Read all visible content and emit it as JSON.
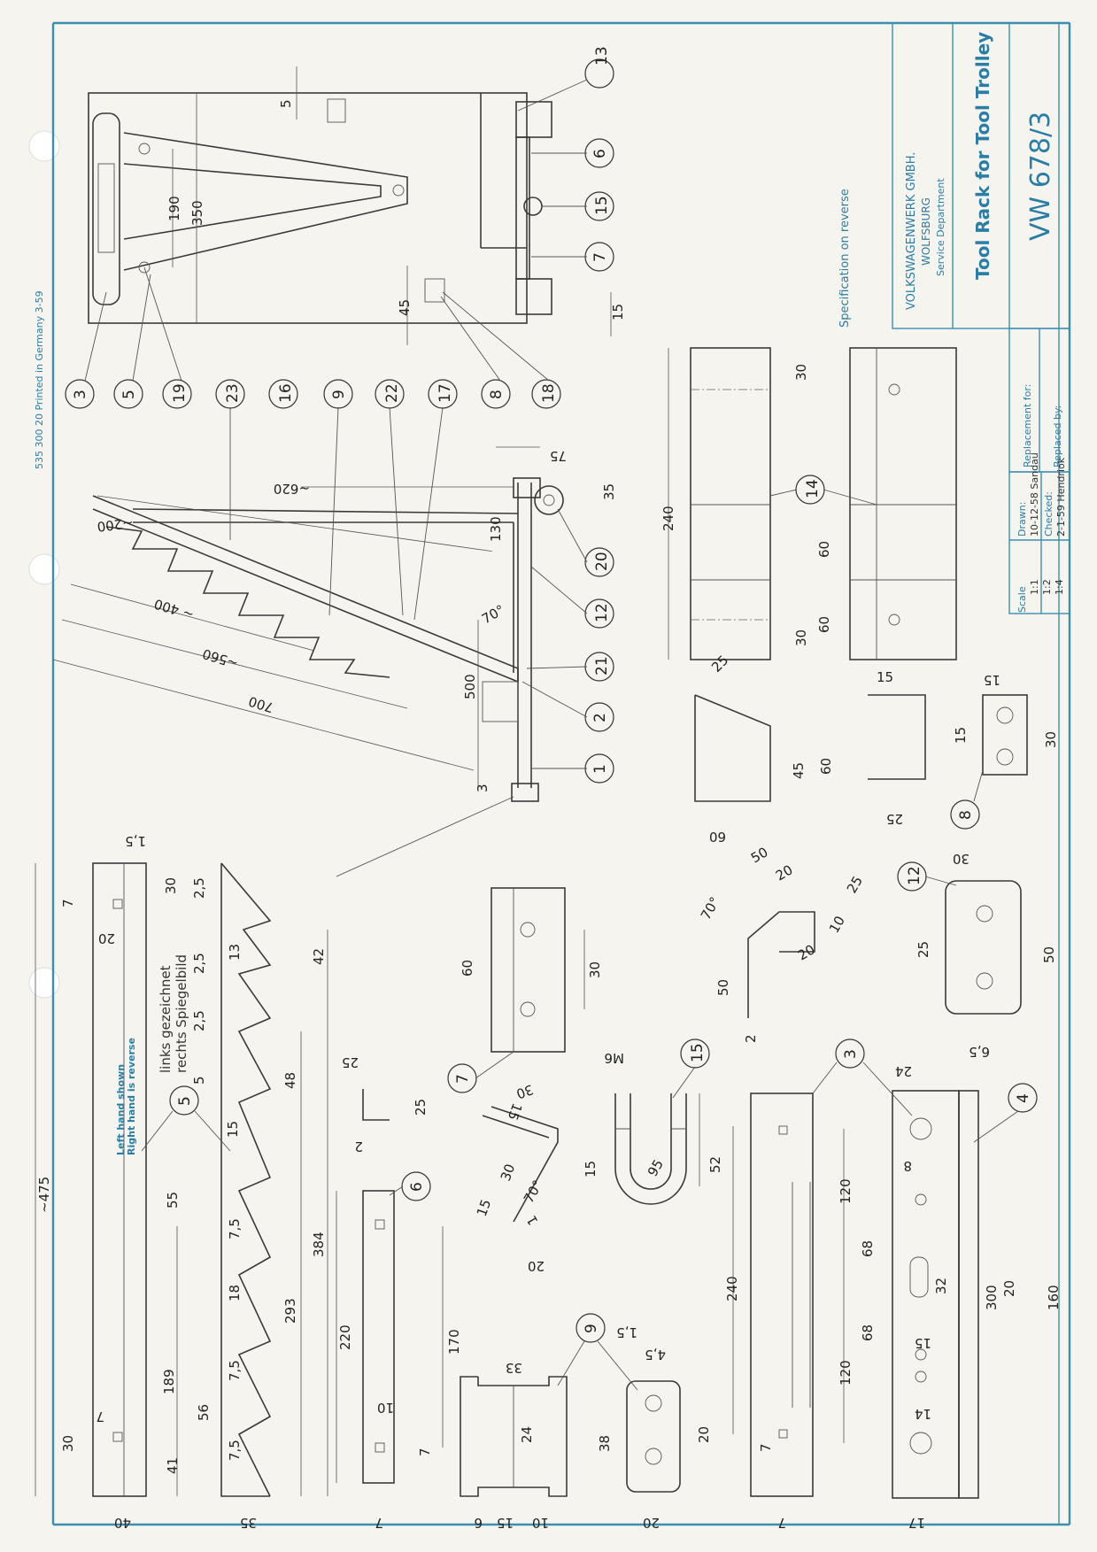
{
  "title_block": {
    "company": "VOLKSWAGENWERK GMBH.",
    "city": "WOLFSBURG",
    "department": "Service Department",
    "drawing_title": "Tool Rack for Tool Trolley",
    "drawing_number": "VW 678/3",
    "spec_note": "Specification on reverse",
    "replacement_for": "Replacement for:",
    "replaced_by": "Replaced by:",
    "scale_label": "Scale",
    "scales": [
      "1:1",
      "1:2",
      "1:4"
    ],
    "drawn_label": "Drawn:",
    "drawn_value": "10-12-58 Sandau",
    "checked_label": "Checked:",
    "checked_value": "2-1-59 Hendriok"
  },
  "print_note": "535 300 20   Printed in Germany   3-59",
  "notes": {
    "left_hand": "Left hand shown",
    "right_hand": "Right hand is reverse",
    "links": "links gezeichnet",
    "rechts": "rechts Spiegelbild"
  },
  "balloons": [
    "13",
    "6",
    "15",
    "7",
    "3",
    "5",
    "19",
    "23",
    "16",
    "9",
    "22",
    "17",
    "8",
    "18",
    "20",
    "12",
    "21",
    "2",
    "1",
    "14",
    "8",
    "12",
    "15",
    "7",
    "5",
    "6",
    "9",
    "3",
    "4"
  ],
  "dims": {
    "d5": "5",
    "d190": "190",
    "d350": "350",
    "d45a": "45",
    "d15a": "15",
    "d75": "75",
    "d620": "~620",
    "d200": "~200",
    "d130": "130",
    "d35": "35",
    "d70a": "70°",
    "d400": "~ 400",
    "d560": "~560",
    "d700": "700",
    "d500": "500",
    "d3": "3",
    "d240a": "240",
    "d30a": "30",
    "d30b": "30",
    "d60a": "60",
    "d60b": "60",
    "d25a": "25",
    "d60c": "60",
    "d45b": "45",
    "d60d": "60",
    "d15b": "15",
    "d25b": "25",
    "d15c": "15",
    "d15d": "15",
    "d30c": "30",
    "d50a": "50",
    "d20a": "20",
    "d25c": "25",
    "d10a": "10",
    "d20b": "20",
    "d70b": "70°",
    "d50b": "50",
    "d2a": "2",
    "d30d": "30",
    "d25d": "25",
    "d50c": "50",
    "d65": "6,5",
    "d15e": "1,5",
    "d30e": "30",
    "d7a": "7",
    "d20c": "20",
    "d475": "~475",
    "d30f": "30",
    "d40": "40",
    "d7b": "7",
    "d25e": "2,5",
    "d25f": "2,5",
    "d13": "13",
    "d25g": "2,5",
    "d42": "42",
    "d5b": "5",
    "d48": "48",
    "d15f": "15",
    "d55": "55",
    "d75b": "7,5",
    "d18": "18",
    "d293": "293",
    "d384": "384",
    "d75c": "7,5",
    "d189": "189",
    "d56": "56",
    "d75d": "7,5",
    "d41": "41",
    "d35b": "35",
    "d60e": "60",
    "d30g": "30",
    "d25h": "25",
    "d25i": "25",
    "d2b": "2",
    "d220": "220",
    "d170": "170",
    "d10b": "10",
    "d7c": "7",
    "d7d": "7",
    "d30h": "30",
    "d15g": "15",
    "d15h": "15",
    "d30i": "30",
    "d70c": "70°",
    "d15i": "15",
    "d1": "1",
    "d20d": "20",
    "dM6": "M6",
    "d95": "95",
    "d52": "52",
    "d33": "33",
    "d24a": "24",
    "d6": "6",
    "d15j": "15",
    "d10c": "10",
    "d15k": "1,5",
    "d45c": "4,5",
    "d38": "38",
    "d20e": "20",
    "d20f": "20",
    "d240b": "240",
    "d7e": "7",
    "d7f": "7",
    "d24b": "24",
    "d8": "8",
    "d120a": "120",
    "d68a": "68",
    "d32": "32",
    "d68b": "68",
    "d15l": "15",
    "d120b": "120",
    "d14": "14",
    "d300": "300",
    "d20g": "20",
    "d160": "160",
    "d17": "17"
  }
}
